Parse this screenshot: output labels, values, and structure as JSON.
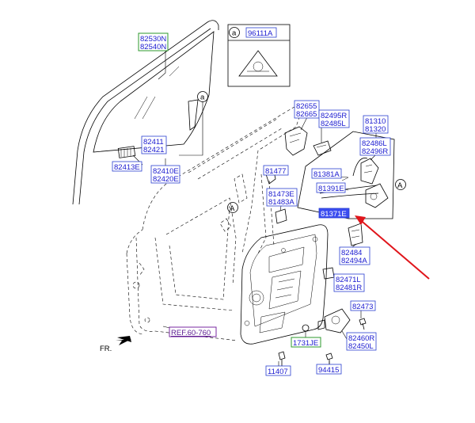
{
  "colors": {
    "part_box_border": "#2a40d0",
    "part_box_text": "#1a1ad0",
    "green_box_border": "#2e9a2e",
    "ref_box_border": "#7a2aa0",
    "highlight_fill": "#3a4cf0",
    "highlight_text": "#ffffff",
    "arrow": "#e0151b",
    "line": "#000000"
  },
  "window_glass_labels": [
    "82530N",
    "82540N"
  ],
  "glass_parts": {
    "run_channel": [
      "82411",
      "82421"
    ],
    "clip": "82413E",
    "glass_assy": [
      "82410E",
      "82420E"
    ]
  },
  "detail_callout": {
    "marker": "a",
    "part": "96111A"
  },
  "callout_markers": {
    "a": "a",
    "A": "A"
  },
  "hinge_parts": {
    "upper_hinge": [
      "82655",
      "82665"
    ],
    "check_link": [
      "82495R",
      "82485L"
    ],
    "grommet": "81477",
    "lower_hinge": [
      "81473E",
      "81483A"
    ]
  },
  "latch_parts": {
    "latch_assy": [
      "81310",
      "81320"
    ],
    "actuator": [
      "82486L",
      "82496R"
    ],
    "cable_a": "81381A",
    "cable_b": "81391E",
    "highlighted_part": "81371E"
  },
  "module_parts": {
    "handle_bracket": [
      "82484",
      "82494A"
    ],
    "regulator": [
      "82471L",
      "82481R"
    ],
    "bolt": "82473",
    "motor": [
      "82460R",
      "82450L"
    ],
    "plug": "1731JE",
    "screw": "11407",
    "screw_b": "94415"
  },
  "reference": "REF.60-760",
  "front_indicator": "FR."
}
